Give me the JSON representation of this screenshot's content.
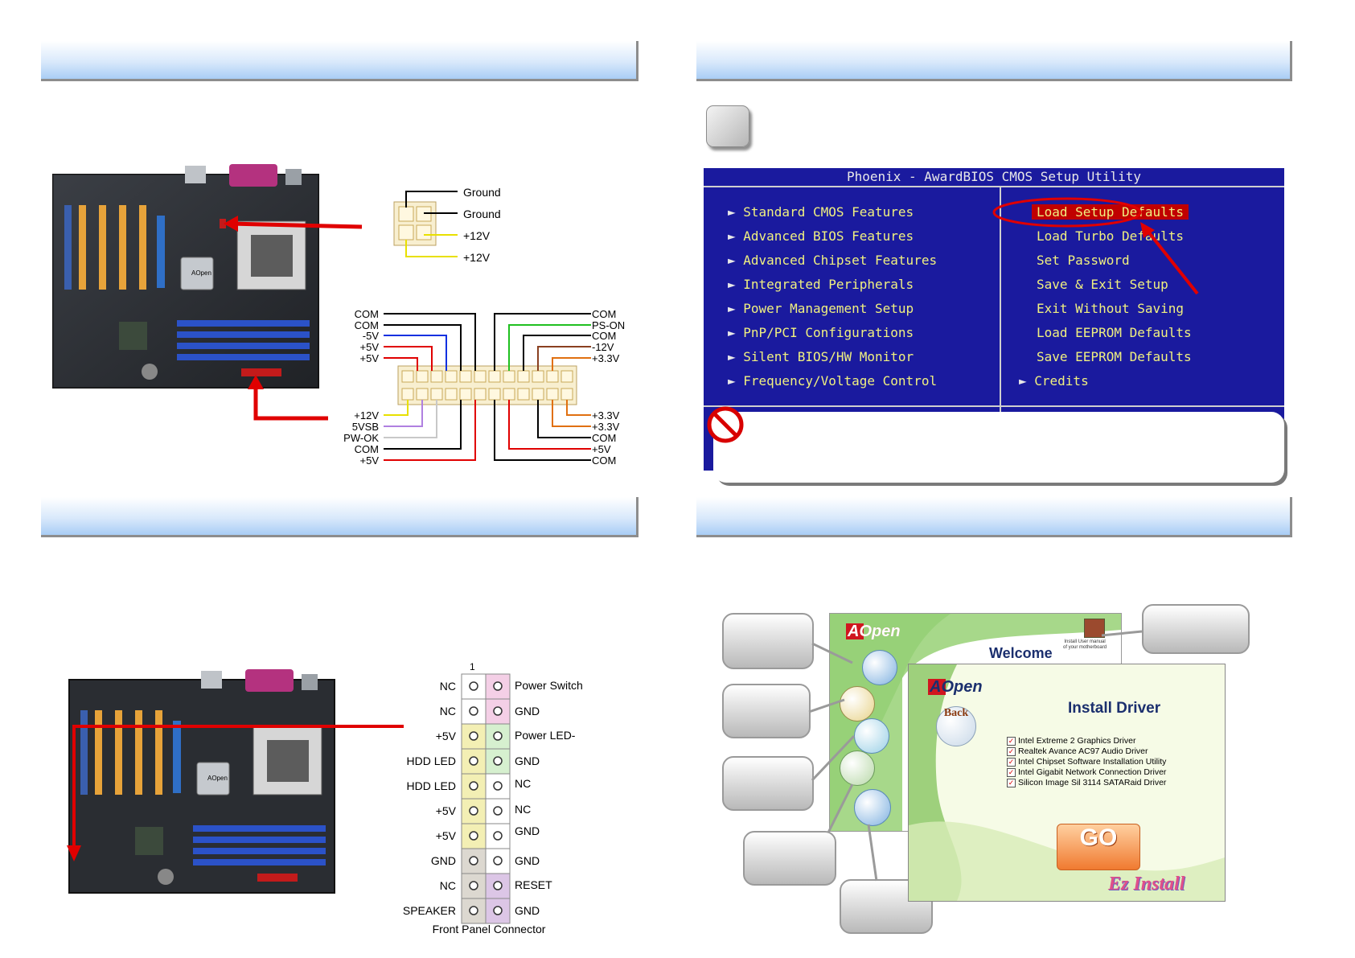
{
  "colors": {
    "accent_red": "#e00000",
    "bios_blue": "#1a1a9e",
    "bios_yellow": "#f0f080"
  },
  "power_4pin": {
    "labels": [
      "Ground",
      "Ground",
      "+12V",
      "+12V"
    ]
  },
  "atx_24pin": {
    "left_top": [
      "COM",
      "COM",
      "-5V",
      "+5V",
      "+5V"
    ],
    "right_top": [
      "COM",
      "PS-ON",
      "COM",
      "-12V",
      "+3.3V"
    ],
    "left_bottom": [
      "+12V",
      "5VSB",
      "PW-OK",
      "COM",
      "+5V"
    ],
    "right_bottom": [
      "+3.3V",
      "+3.3V",
      "COM",
      "+5V",
      "COM"
    ]
  },
  "bios": {
    "title": "Phoenix - AwardBIOS CMOS Setup Utility",
    "left_items": [
      "Standard CMOS Features",
      "Advanced BIOS Features",
      "Advanced Chipset Features",
      "Integrated Peripherals",
      "Power Management Setup",
      "PnP/PCI Configurations",
      "Silent BIOS/HW Monitor",
      "Frequency/Voltage Control"
    ],
    "right_items": [
      "Load Setup Defaults",
      "Load Turbo Defaults",
      "Set Password",
      "Save & Exit Setup",
      "Exit Without Saving",
      "Load EEPROM Defaults",
      "Save EEPROM Defaults",
      "Credits"
    ]
  },
  "front_panel": {
    "pin1_label": "1",
    "left": [
      "NC",
      "NC",
      "+5V",
      "HDD LED",
      "HDD LED",
      "+5V",
      "+5V",
      "GND",
      "NC",
      "SPEAKER"
    ],
    "right": [
      "Power Switch",
      "GND",
      "Power LED-",
      "GND",
      "NC",
      "NC",
      "GND",
      "GND",
      "RESET",
      "GND"
    ],
    "caption": "Front Panel Connector"
  },
  "board": {
    "brand": "AOpen"
  },
  "installer": {
    "brand": "AOpen",
    "welcome": "Welcome",
    "manual_note": [
      "Install User manual",
      "of your motherboard"
    ],
    "back_label": "Back",
    "install_title": "Install Driver",
    "drivers": [
      "Intel Extreme 2 Graphics Driver",
      "Realtek Avance AC97 Audio Driver",
      "Intel Chipset Software Installation Utility",
      "Intel Gigabit Network Connection Driver",
      "Silicon Image Sil 3114 SATARaid Driver"
    ],
    "go_label": "GO",
    "ez_label": "Ez Install"
  }
}
